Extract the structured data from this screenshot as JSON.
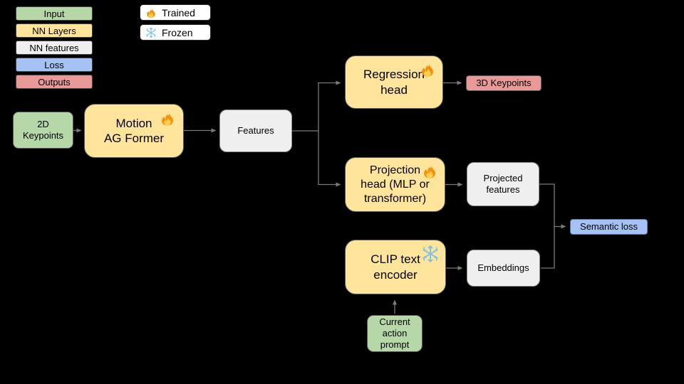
{
  "canvas": {
    "background": "#000000"
  },
  "colors": {
    "input": "#b6d7a8",
    "nn_layers": "#ffe59b",
    "nn_features": "#efefef",
    "loss": "#a4c2f4",
    "outputs": "#ea9999",
    "edge": "#7a7a7a",
    "badge_background": "#ffffff"
  },
  "legend": {
    "items": [
      {
        "label": "Input",
        "color": "#b6d7a8"
      },
      {
        "label": "NN Layers",
        "color": "#ffe59b"
      },
      {
        "label": "NN features",
        "color": "#efefef"
      },
      {
        "label": "Loss",
        "color": "#a4c2f4"
      },
      {
        "label": "Outputs",
        "color": "#ea9999"
      }
    ],
    "badges": [
      {
        "label": "Trained",
        "icon": "fire-icon"
      },
      {
        "label": "Frozen",
        "icon": "snowflake-icon"
      }
    ]
  },
  "nodes": {
    "kp2d": {
      "label": "2D\nKeypoints",
      "type": "input"
    },
    "motion": {
      "label": "Motion\nAG Former",
      "type": "nn_layers",
      "badge": "fire-icon"
    },
    "features": {
      "label": "Features",
      "type": "nn_features"
    },
    "regression": {
      "label": "Regression\nhead",
      "type": "nn_layers",
      "badge": "fire-icon"
    },
    "kp3d": {
      "label": "3D Keypoints",
      "type": "outputs"
    },
    "projection": {
      "label": "Projection\nhead (MLP or\ntransformer)",
      "type": "nn_layers",
      "badge": "fire-icon"
    },
    "projfeat": {
      "label": "Projected\nfeatures",
      "type": "nn_features"
    },
    "clip": {
      "label": "CLIP text\nencoder",
      "type": "nn_layers",
      "badge": "snowflake-icon"
    },
    "embeddings": {
      "label": "Embeddings",
      "type": "nn_features"
    },
    "semloss": {
      "label": "Semantic loss",
      "type": "loss"
    },
    "prompt": {
      "label": "Current\naction\nprompt",
      "type": "input"
    }
  },
  "edges": [
    {
      "from": "kp2d",
      "to": "motion"
    },
    {
      "from": "motion",
      "to": "features"
    },
    {
      "from": "features",
      "to": "regression"
    },
    {
      "from": "features",
      "to": "projection"
    },
    {
      "from": "regression",
      "to": "kp3d"
    },
    {
      "from": "projection",
      "to": "projfeat"
    },
    {
      "from": "projfeat",
      "to": "semloss"
    },
    {
      "from": "clip",
      "to": "embeddings"
    },
    {
      "from": "embeddings",
      "to": "semloss"
    },
    {
      "from": "prompt",
      "to": "clip"
    }
  ]
}
